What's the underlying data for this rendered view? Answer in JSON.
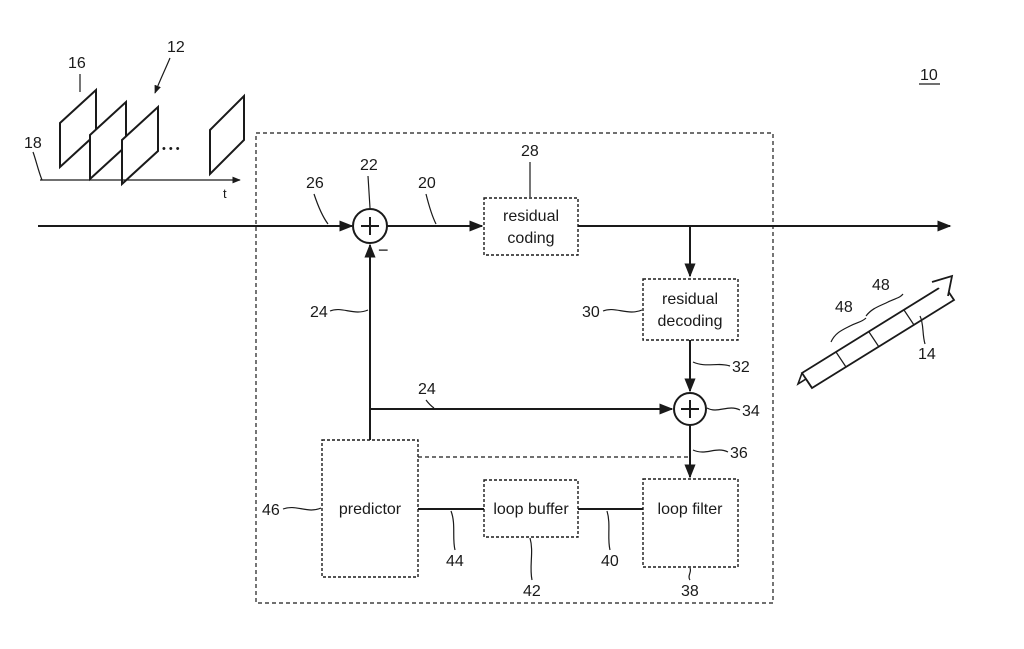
{
  "figure_label": "10",
  "blocks": {
    "residual_coding": [
      "residual",
      "coding"
    ],
    "residual_decoding": [
      "residual",
      "decoding"
    ],
    "predictor": "predictor",
    "loop_buffer": "loop buffer",
    "loop_filter": "loop filter"
  },
  "adders": {
    "subtract_sign": "−"
  },
  "time_axis": "t",
  "ellipsis": "•••",
  "refs": {
    "r12": "12",
    "r16": "16",
    "r18": "18",
    "r20": "20",
    "r22": "22",
    "r24a": "24",
    "r24b": "24",
    "r26": "26",
    "r28": "28",
    "r30": "30",
    "r32": "32",
    "r34": "34",
    "r36": "36",
    "r38": "38",
    "r40": "40",
    "r42": "42",
    "r44": "44",
    "r46": "46",
    "r48a": "48",
    "r48b": "48",
    "r14": "14"
  }
}
